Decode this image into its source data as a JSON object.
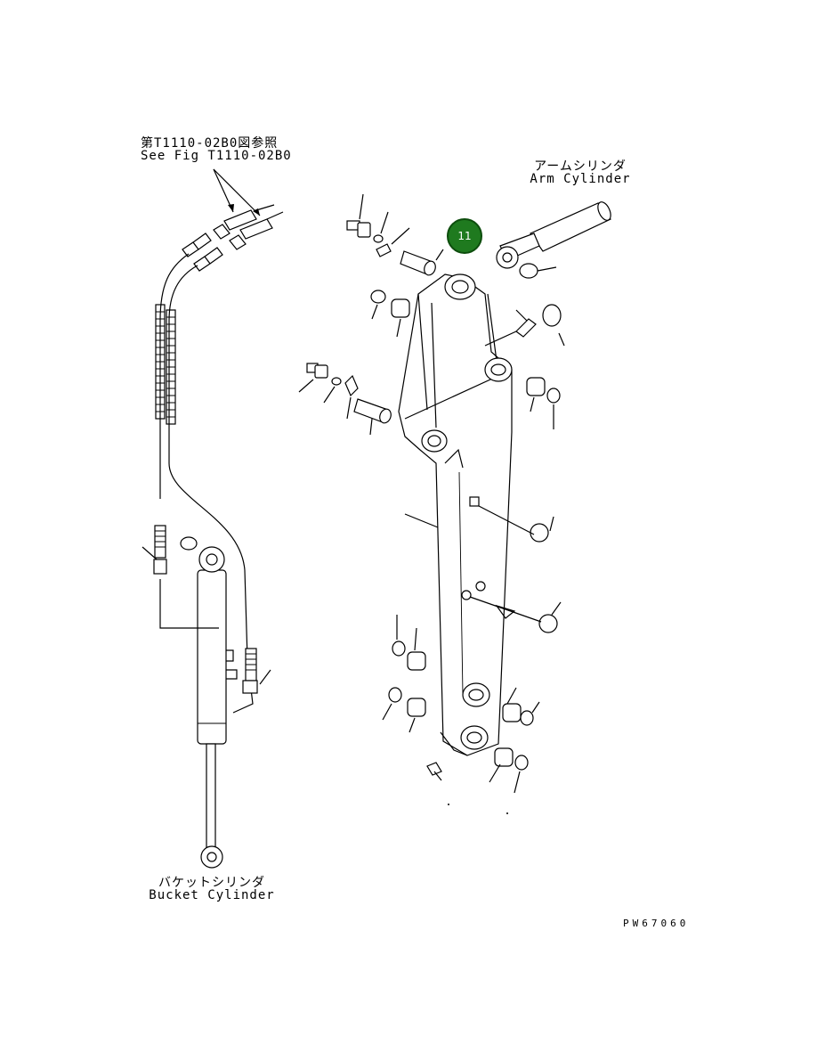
{
  "labels": {
    "ref_jp": "第T1110-02B0図参照",
    "ref_en": "See Fig T1110-02B0",
    "arm_cyl_jp": "アームシリンダ",
    "arm_cyl_en": "Arm Cylinder",
    "bucket_cyl_jp": "バケットシリンダ",
    "bucket_cyl_en": "Bucket Cylinder",
    "drawing_no": "PW67060"
  },
  "callout": {
    "number": "11",
    "color": "#1f7a1f"
  }
}
